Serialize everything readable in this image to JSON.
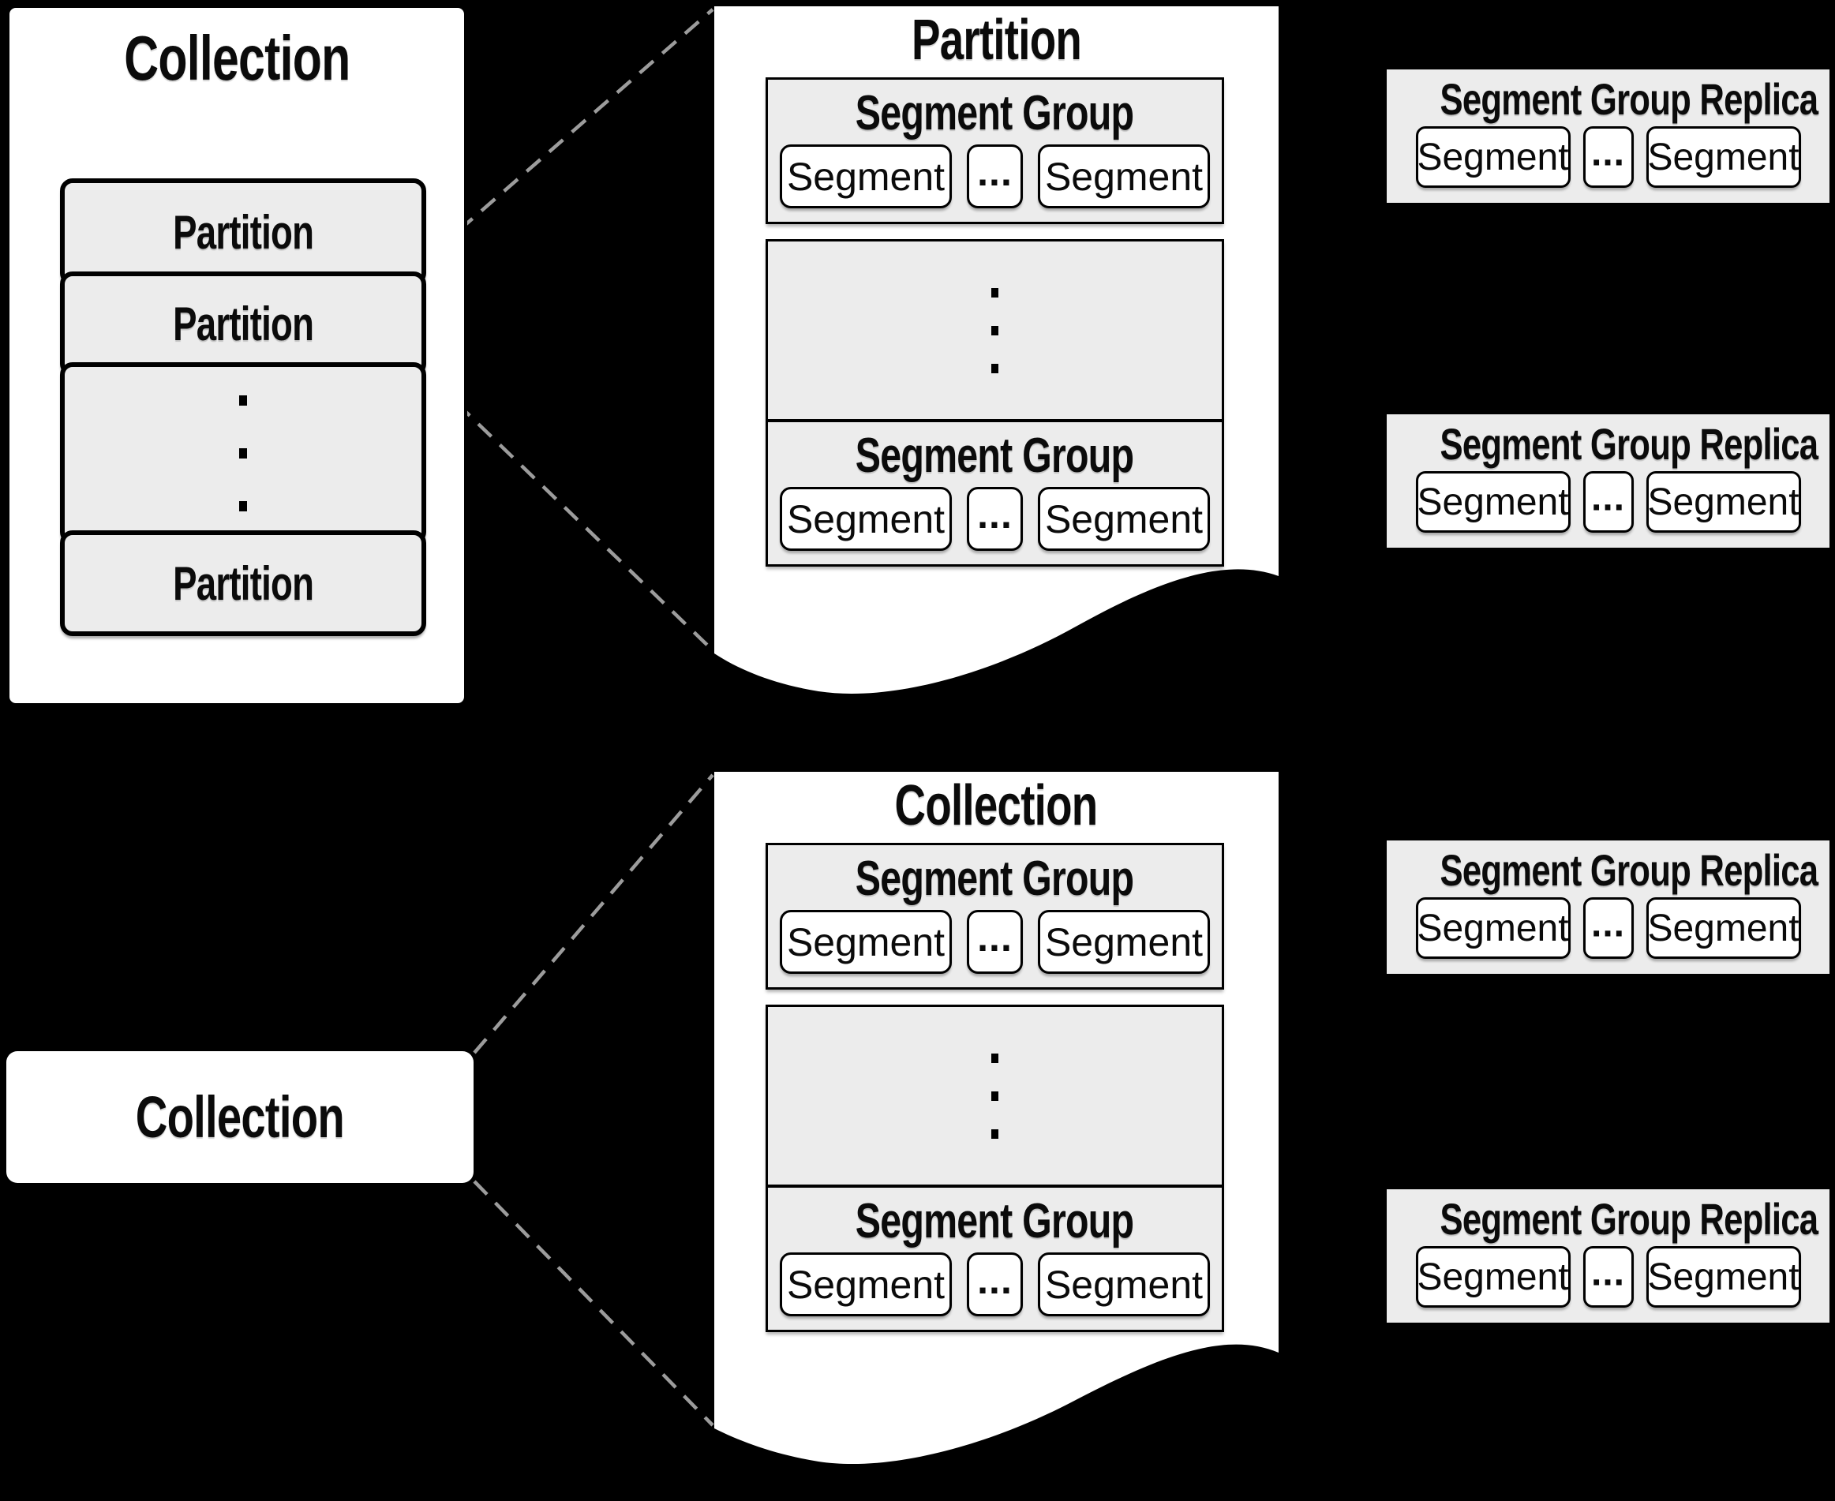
{
  "colors": {
    "background": "#000000",
    "node_fill": "#ffffff",
    "panel_fill": "#ececec",
    "border": "#000000",
    "connector_dash": "#9c9c9c"
  },
  "left_collection": {
    "title": "Collection",
    "partitions": [
      {
        "label": "Partition"
      },
      {
        "label": "Partition"
      },
      {
        "label": "Partition"
      }
    ],
    "ellipsis_icon": "vertical-ellipsis"
  },
  "partition_detail": {
    "title": "Partition",
    "ellipsis_icon": "vertical-ellipsis",
    "groups": [
      {
        "title": "Segment Group",
        "segments": [
          "Segment",
          "Segment"
        ],
        "ellipsis": "..."
      },
      {
        "title": "Segment Group",
        "segments": [
          "Segment",
          "Segment"
        ],
        "ellipsis": "..."
      }
    ]
  },
  "collection_node": {
    "title": "Collection"
  },
  "collection_detail": {
    "title": "Collection",
    "ellipsis_icon": "vertical-ellipsis",
    "groups": [
      {
        "title": "Segment Group",
        "segments": [
          "Segment",
          "Segment"
        ],
        "ellipsis": "..."
      },
      {
        "title": "Segment Group",
        "segments": [
          "Segment",
          "Segment"
        ],
        "ellipsis": "..."
      }
    ]
  },
  "replicas": [
    {
      "title": "Segment Group Replica",
      "segments": [
        "Segment",
        "Segment"
      ],
      "ellipsis": "..."
    },
    {
      "title": "Segment Group Replica",
      "segments": [
        "Segment",
        "Segment"
      ],
      "ellipsis": "..."
    },
    {
      "title": "Segment Group Replica",
      "segments": [
        "Segment",
        "Segment"
      ],
      "ellipsis": "..."
    },
    {
      "title": "Segment Group Replica",
      "segments": [
        "Segment",
        "Segment"
      ],
      "ellipsis": "..."
    }
  ]
}
